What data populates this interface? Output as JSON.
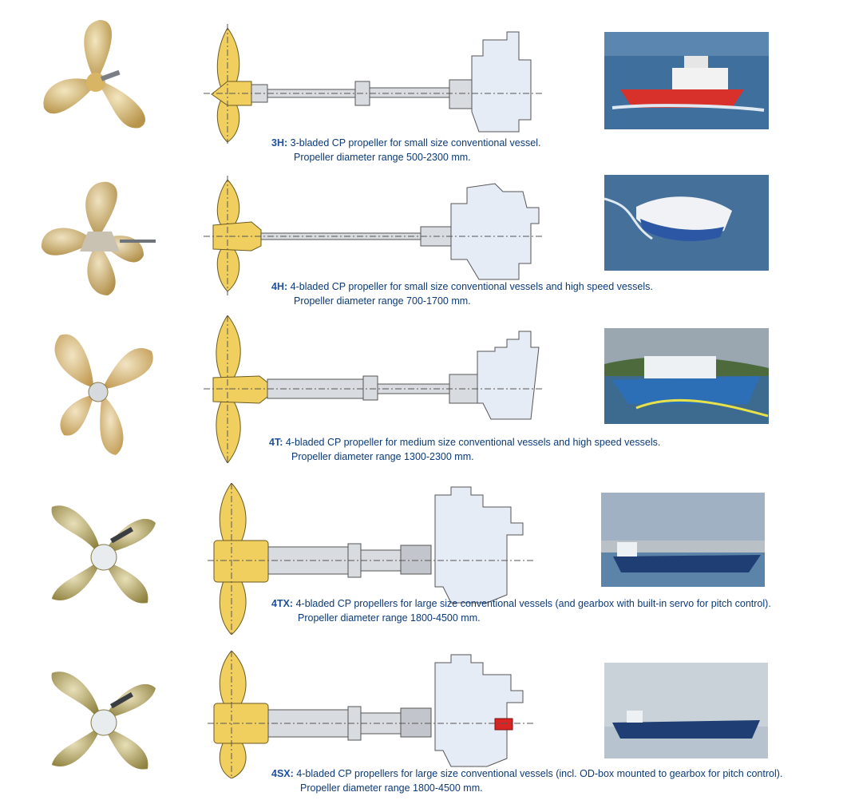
{
  "colors": {
    "bronze": "#c8a45a",
    "blade_yellow": "#f1cf5e",
    "engine_fill": "#e6ecf6",
    "shaft_fill": "#d8dbe0",
    "caption_text": "#0b3a78",
    "caption_code": "#1d4f9a",
    "sea": "#3f6f9c",
    "servo_red": "#d92424"
  },
  "products": [
    {
      "code": "3H:",
      "description": "3-bladed CP propeller for small size conventional vessel.",
      "range": "Propeller diameter range 500-2300 mm.",
      "blades": 3,
      "vessel": "small-workboat"
    },
    {
      "code": "4H:",
      "description": "4-bladed CP propeller for small size conventional vessels and high speed vessels.",
      "range": "Propeller diameter range 700-1700 mm.",
      "blades": 4,
      "vessel": "catamaran"
    },
    {
      "code": "4T:",
      "description": "4-bladed CP propeller for medium size  conventional vessels and high speed vessels.",
      "range": "Propeller diameter range 1300-2300 mm.",
      "blades": 4,
      "vessel": "fishing-vessel"
    },
    {
      "code": "4TX:",
      "description": "4-bladed CP propellers for large size conventional vessels (and gearbox with built-in servo for pitch control).",
      "range": "Propeller diameter range 1800-4500 mm.",
      "blades": 4,
      "vessel": "cargo-ship"
    },
    {
      "code": "4SX:",
      "description": "4-bladed CP propellers for large size conventional vessels (incl. OD-box mounted to gearbox for pitch control).",
      "range": "Propeller diameter range 1800-4500 mm.",
      "blades": 4,
      "vessel": "cargo-ship"
    }
  ]
}
